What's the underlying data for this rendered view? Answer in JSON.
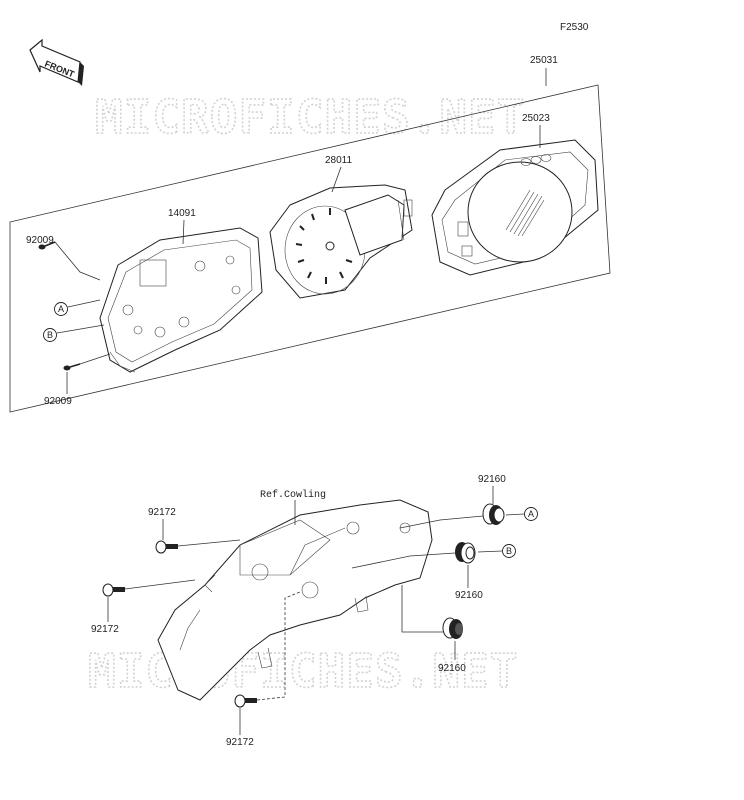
{
  "figure_code": "F2530",
  "direction_label": "FRONT",
  "watermark": "MICROFICHES.NET",
  "parts": {
    "assembly": "25031",
    "cover": "25023",
    "meter_unit": "28011",
    "case": "14091",
    "screw_upper": "92009",
    "screw_lower": "92009",
    "grommet_a": "92160",
    "grommet_b": "92160",
    "grommet_c": "92160",
    "bolt_1": "92172",
    "bolt_2": "92172",
    "bolt_3": "92172"
  },
  "reference": "Ref.Cowling",
  "markers": {
    "a": "A",
    "b": "B"
  }
}
